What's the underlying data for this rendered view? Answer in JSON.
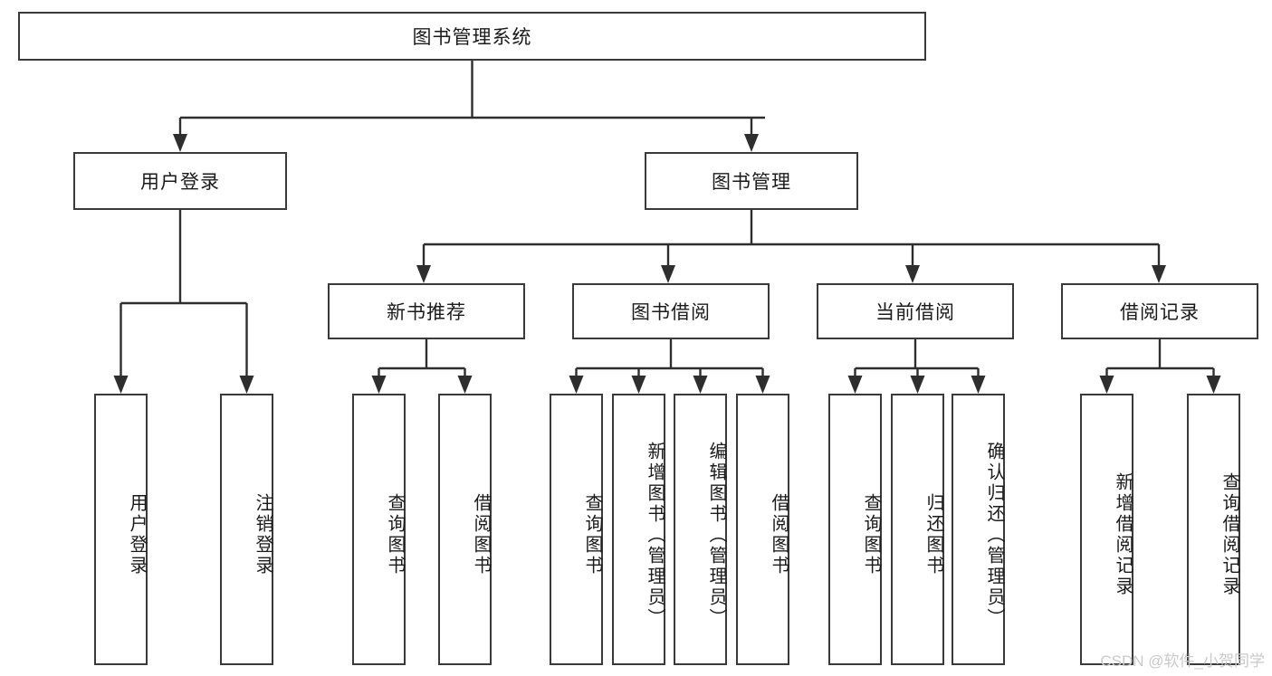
{
  "diagram": {
    "type": "tree",
    "title": "图书管理系统",
    "root": {
      "label": "图书管理系统"
    },
    "level2": [
      {
        "label": "用户登录"
      },
      {
        "label": "图书管理"
      }
    ],
    "level3": [
      {
        "label": "新书推荐"
      },
      {
        "label": "图书借阅"
      },
      {
        "label": "当前借阅"
      },
      {
        "label": "借阅记录"
      }
    ],
    "leaves": {
      "user_login": [
        {
          "label": "用户登录"
        },
        {
          "label": "注销登录"
        }
      ],
      "new_book_recommend": [
        {
          "label": "查询图书"
        },
        {
          "label": "借阅图书"
        }
      ],
      "book_borrow": [
        {
          "label": "查询图书"
        },
        {
          "label": "新增图书（管理员）"
        },
        {
          "label": "编辑图书（管理员）"
        },
        {
          "label": "借阅图书"
        }
      ],
      "current_borrow": [
        {
          "label": "查询图书"
        },
        {
          "label": "归还图书"
        },
        {
          "label": "确认归还（管理员）"
        }
      ],
      "borrow_record": [
        {
          "label": "新增借阅记录"
        },
        {
          "label": "查询借阅记录"
        }
      ]
    },
    "colors": {
      "box_border": "#3a3a3a",
      "box_fill": "#ffffff",
      "edge": "#2e2e2e",
      "text": "#1b1b1b",
      "watermark": "#c9c9c9"
    }
  },
  "watermark": {
    "text": "CSDN @软件_小贺同学"
  }
}
